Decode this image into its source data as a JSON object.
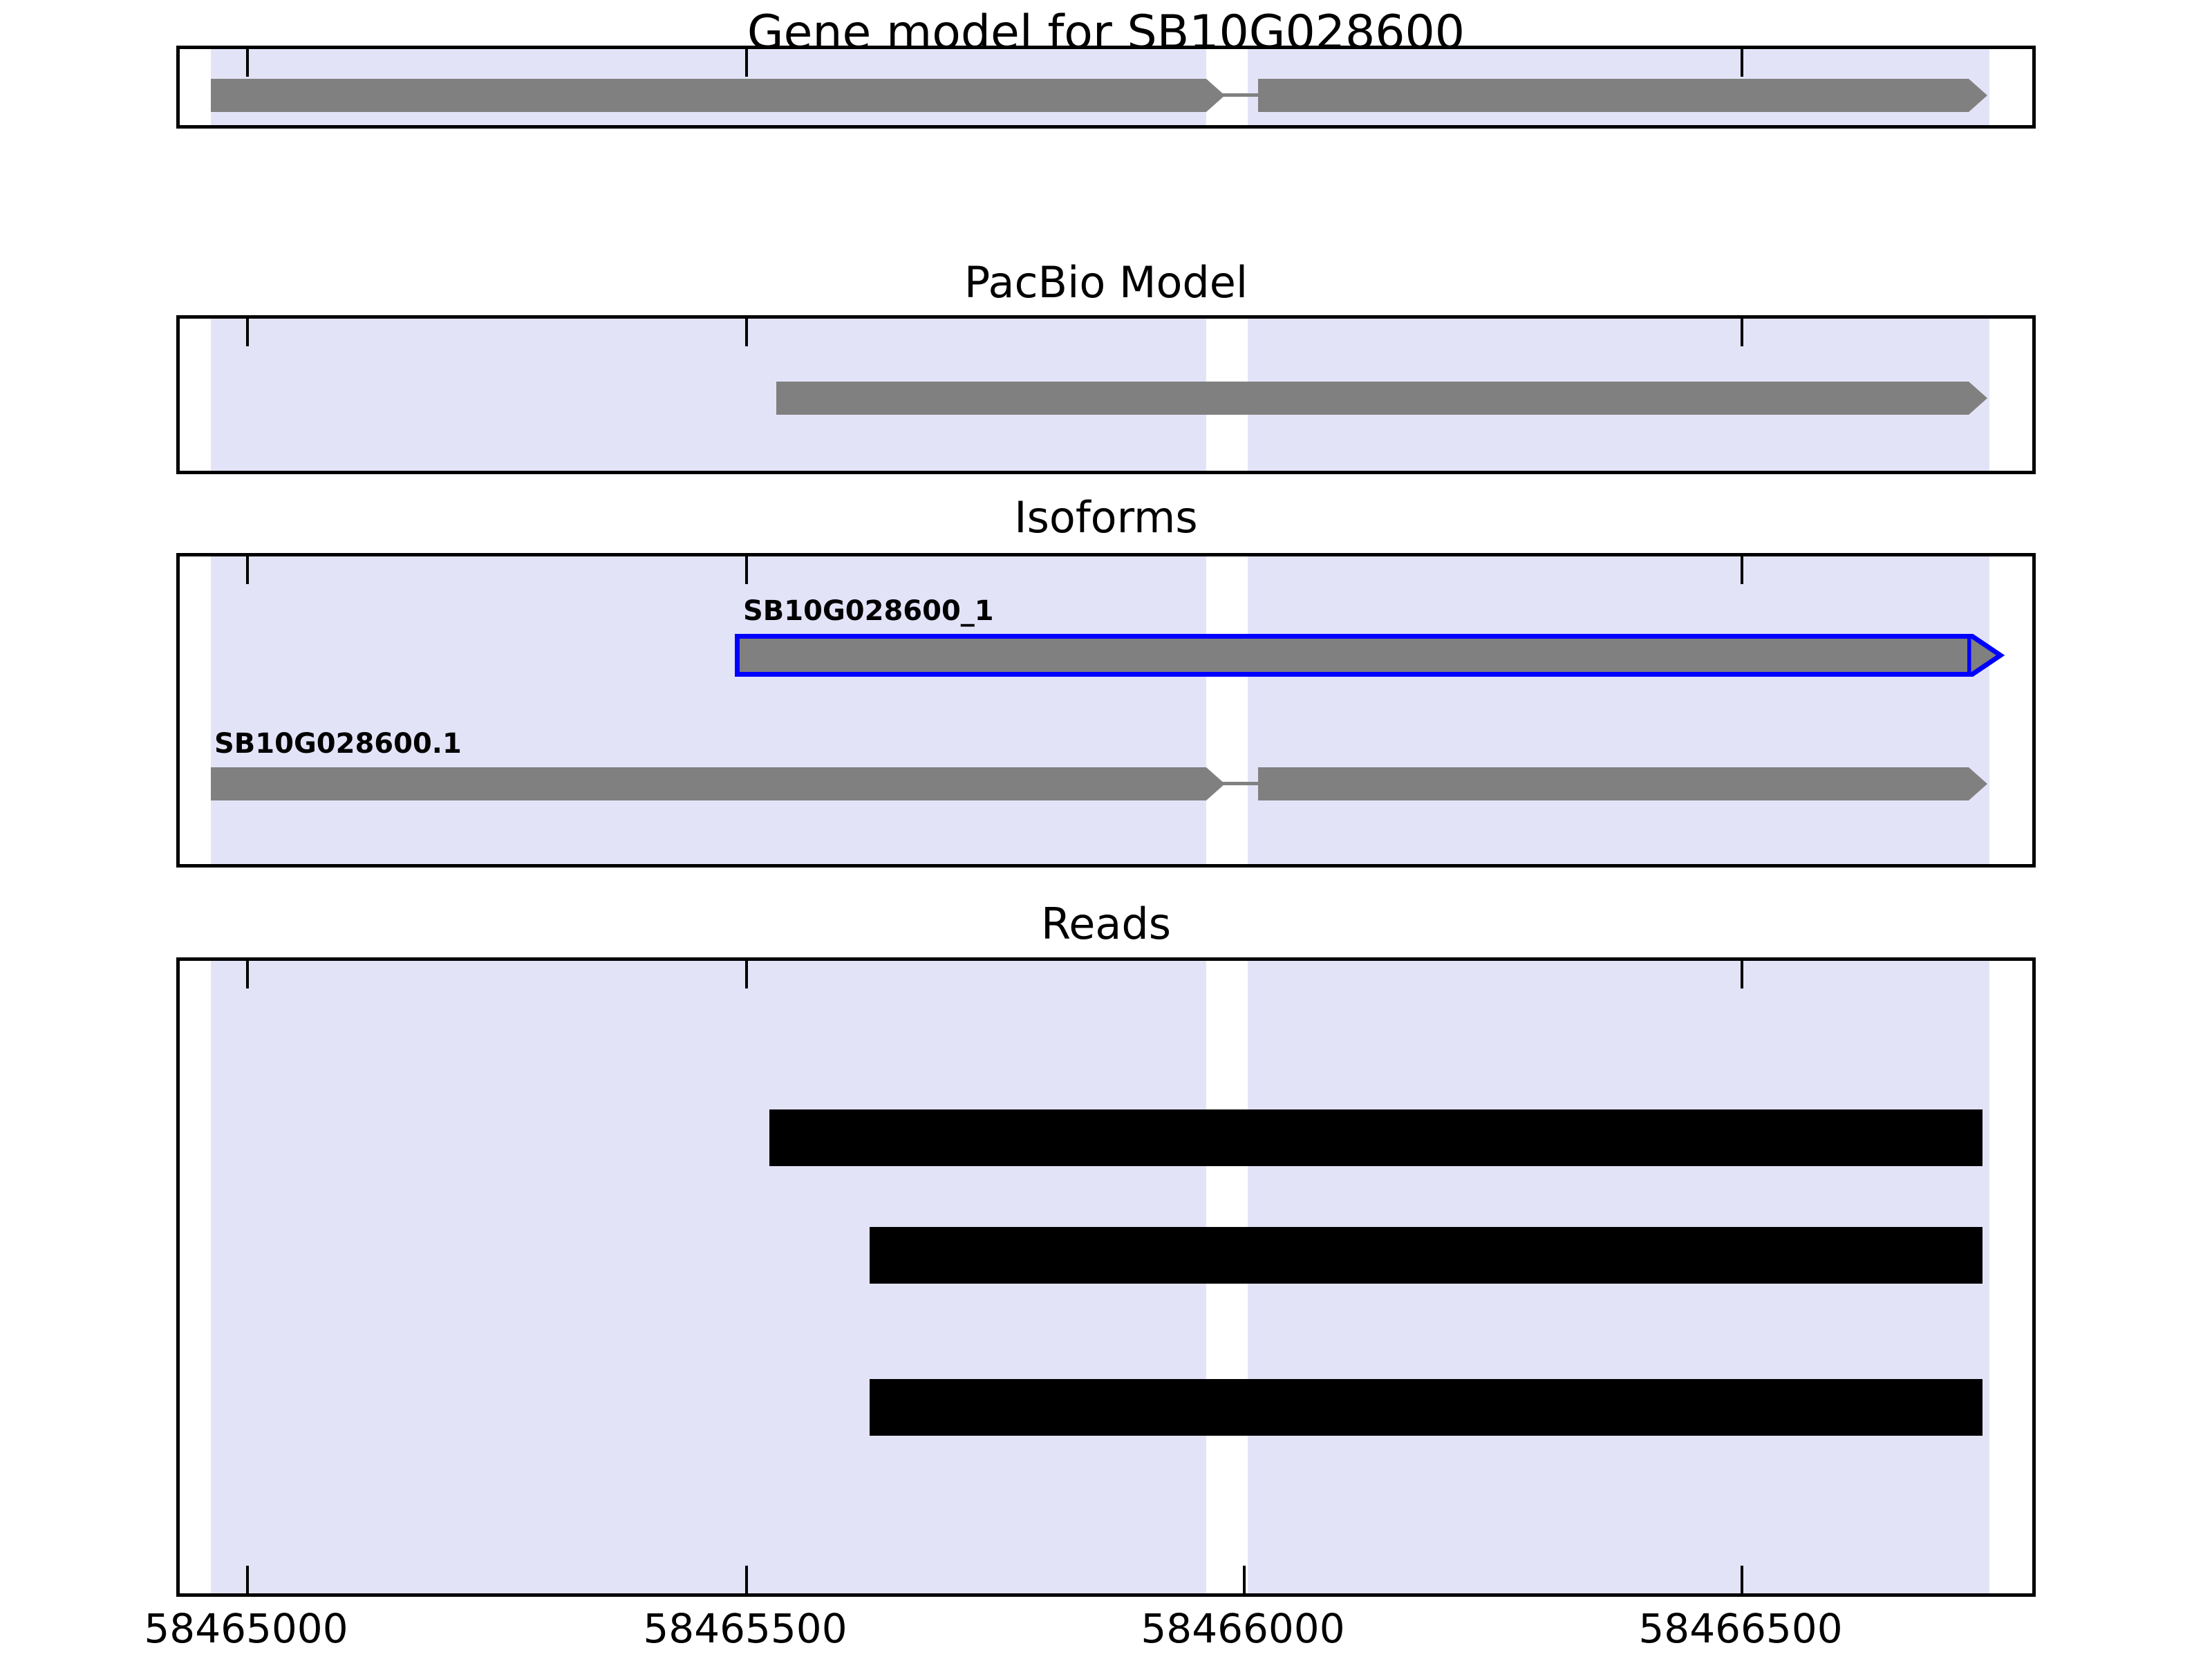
{
  "figure": {
    "title": "Gene model for SB10G028600",
    "organism_gene": "SB10G028600"
  },
  "panels": [
    {
      "key": "gene_model",
      "title": "Gene model for SB10G028600"
    },
    {
      "key": "pacbio_model",
      "title": "PacBio Model"
    },
    {
      "key": "isoforms",
      "title": "Isoforms"
    },
    {
      "key": "reads",
      "title": "Reads"
    }
  ],
  "axis": {
    "label": "",
    "ticks": [
      {
        "value": 58465000,
        "label": "58465000"
      },
      {
        "value": 58465500,
        "label": "58465500"
      },
      {
        "value": 58466000,
        "label": "58466000"
      },
      {
        "value": 58466500,
        "label": "58466500"
      }
    ],
    "xlim": [
      58464966,
      58466768
    ],
    "highlight_region": [
      58465000,
      58466756
    ]
  },
  "chart_data": {
    "type": "genome-track",
    "title": "Gene model for SB10G028600",
    "xlabel": "",
    "ylabel": "",
    "xlim": [
      58464966,
      58466768
    ],
    "tick_values": [
      58465000,
      58465500,
      58466000,
      58466500
    ],
    "tick_labels": [
      "58465000",
      "58465500",
      "58466000",
      "58466500"
    ],
    "grid": false,
    "legend": "none",
    "tracks": [
      {
        "name": "Gene model",
        "features": [
          {
            "id": "SB10G028600",
            "label": "",
            "strand": "+",
            "color": "#808080",
            "outline": "none",
            "start": 58465034,
            "end": 58466756,
            "exons": [
              {
                "start": 58465034,
                "end": 58466002
              },
              {
                "start": 58466041,
                "end": 58466756
              }
            ]
          }
        ]
      },
      {
        "name": "PacBio Model",
        "features": [
          {
            "id": "PacBio",
            "label": "",
            "strand": "+",
            "color": "#808080",
            "outline": "none",
            "start": 58465601,
            "end": 58466756,
            "exons": [
              {
                "start": 58465601,
                "end": 58466756
              }
            ]
          }
        ]
      },
      {
        "name": "Isoforms",
        "features": [
          {
            "id": "SB10G028600_1",
            "label": "SB10G028600_1",
            "strand": "+",
            "color": "#808080",
            "outline": "#0000ff",
            "start": 58465559,
            "end": 58466756,
            "exons": [
              {
                "start": 58465559,
                "end": 58466756
              }
            ]
          },
          {
            "id": "SB10G028600.1",
            "label": "SB10G028600.1",
            "strand": "+",
            "color": "#808080",
            "outline": "none",
            "start": 58465034,
            "end": 58466756,
            "exons": [
              {
                "start": 58465034,
                "end": 58466002
              },
              {
                "start": 58466041,
                "end": 58466756
              }
            ]
          }
        ]
      },
      {
        "name": "Reads",
        "features": [
          {
            "id": "read-1",
            "label": "",
            "color": "#000000",
            "start": 58465525,
            "end": 58466770
          },
          {
            "id": "read-2",
            "label": "",
            "color": "#000000",
            "start": 58465625,
            "end": 58466770
          },
          {
            "id": "read-3",
            "label": "",
            "color": "#000000",
            "start": 58465625,
            "end": 58466770
          }
        ]
      }
    ]
  },
  "colors": {
    "background": "#ffffff",
    "panel_shade": "#e3e3f8",
    "feature_gray": "#808080",
    "isoform_outline": "#0000ff",
    "read_black": "#000000",
    "border": "#000000"
  }
}
